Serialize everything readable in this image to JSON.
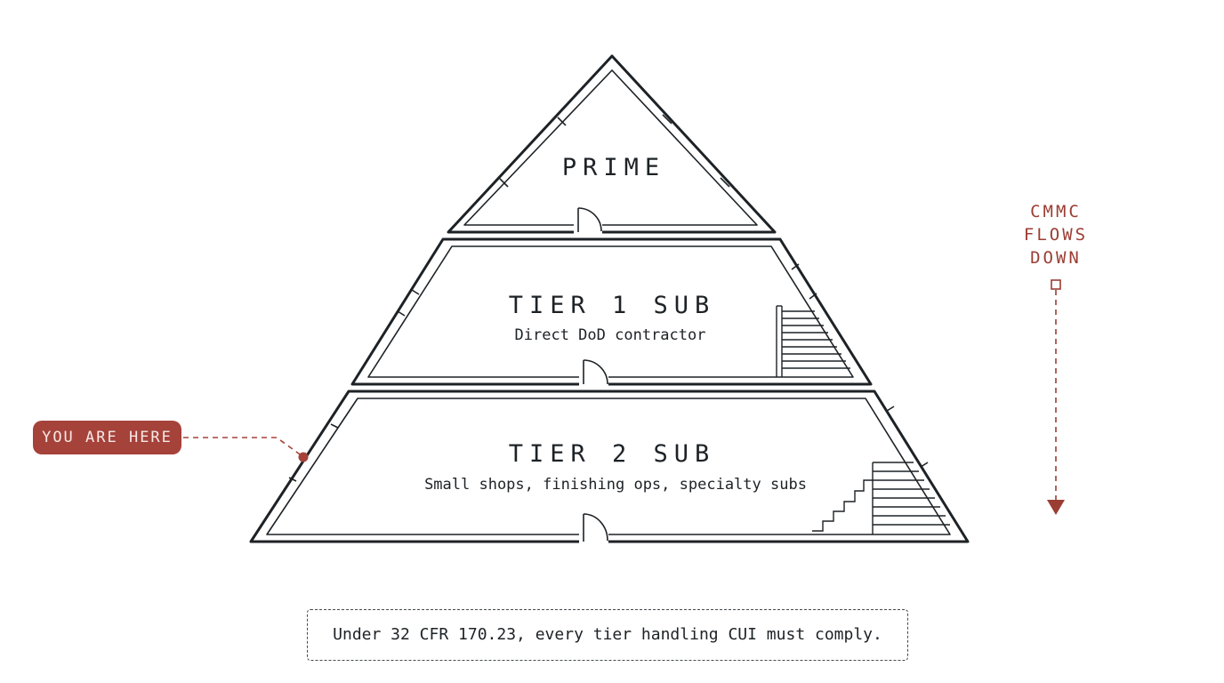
{
  "tiers": {
    "prime": {
      "title": "PRIME"
    },
    "tier1": {
      "title": "TIER 1 SUB",
      "subtitle": "Direct DoD contractor"
    },
    "tier2": {
      "title": "TIER 2 SUB",
      "subtitle": "Small shops, finishing ops, specialty subs"
    }
  },
  "callout": {
    "label": "YOU ARE HERE"
  },
  "flow": {
    "lines": [
      "CMMC",
      "FLOWS",
      "DOWN"
    ]
  },
  "note": {
    "text": "Under 32 CFR 170.23, every tier handling CUI must comply."
  },
  "colors": {
    "ink": "#1d2226",
    "accent": "#a5423a",
    "accent_text": "#9b3d33",
    "background": "#ffffff"
  }
}
